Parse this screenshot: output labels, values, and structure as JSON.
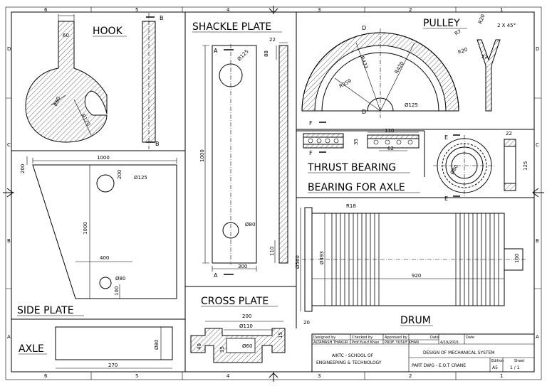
{
  "grid": {
    "top_cols": [
      "6",
      "5",
      "4",
      "3",
      "2",
      "1"
    ],
    "bottom_cols": [
      "6",
      "5",
      "4",
      "3",
      "2",
      "1"
    ],
    "left_rows": [
      "D",
      "C",
      "B",
      "A"
    ],
    "right_rows": [
      "D",
      "C",
      "B",
      "A"
    ]
  },
  "views": {
    "hook": {
      "title": "HOOK",
      "dims": [
        "60",
        "R60",
        "R170"
      ],
      "section": [
        "B",
        "B"
      ]
    },
    "shackle": {
      "title": "SHACKLE PLATE",
      "dims": [
        "Ø125",
        "Ø80",
        "1000",
        "300",
        "88",
        "22",
        "110"
      ],
      "section": [
        "A",
        "A"
      ]
    },
    "pulley": {
      "title": "PULLEY",
      "dims": [
        "D",
        "D",
        "R433",
        "R420",
        "R359",
        "Ø125",
        "R7",
        "R20",
        "R20",
        "2 X 45°",
        "22"
      ]
    },
    "thrust": {
      "title": "THRUST BEARING",
      "dims": [
        "F",
        "F",
        "35",
        "110",
        "62"
      ]
    },
    "bearing_axle": {
      "title": "BEARING FOR AXLE",
      "dims": [
        "E",
        "E",
        "Ø80",
        "22",
        "125"
      ]
    },
    "side": {
      "title": "SIDE PLATE",
      "dims": [
        "1000",
        "200",
        "200",
        "Ø125",
        "1000",
        "400",
        "Ø80",
        "100"
      ]
    },
    "drum": {
      "title": "DRUM",
      "dims": [
        "R18",
        "Ø560",
        "Ø493",
        "920",
        "100",
        "20"
      ]
    },
    "axle": {
      "title": "AXLE",
      "dims": [
        "Ø80",
        "270"
      ]
    },
    "cross": {
      "title": "CROSS PLATE",
      "dims": [
        "200",
        "Ø110",
        "40",
        "35",
        "Ø60",
        "15"
      ]
    }
  },
  "title_block": {
    "h_designed": "Designed by",
    "h_checked": "Checked by",
    "h_approved": "Approved by",
    "h_date": "Date",
    "h_date2": "Date",
    "designed": "ALTAMASH THAKUR",
    "checked": "Prof.Yusuf Khan",
    "approved": "PROF. YUSUF KHAN",
    "date": "4/19/2016",
    "school_l1": "AIKTC - SCHOOL OF",
    "school_l2": "ENGINEERING & TECHNOLOGY",
    "project": "DESIGN OF MECHANICAL SYSTEM",
    "part": "PART DWG - E.O.T CRANE",
    "h_edition": "Edition",
    "h_sheet": "Sheet",
    "edition": "A5",
    "sheet": "1 / 1"
  }
}
